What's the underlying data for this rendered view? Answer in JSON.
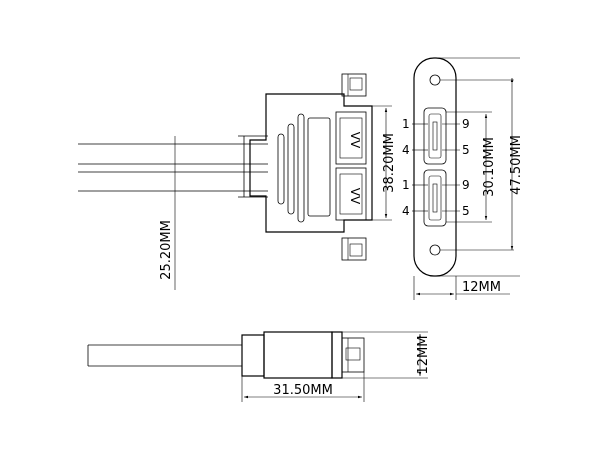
{
  "dimensions": {
    "panel_height": "38.20MM",
    "cable_offset": "25.20MM",
    "port_pitch": "30.10MM",
    "flange_height": "47.50MM",
    "flange_width": "12MM",
    "side_height": "12MM",
    "side_length": "31.50MM"
  },
  "pins": {
    "upper_port": {
      "top_left": "1",
      "top_right": "9",
      "bottom_left": "4",
      "bottom_right": "5"
    },
    "lower_port": {
      "top_left": "1",
      "top_right": "9",
      "bottom_left": "4",
      "bottom_right": "5"
    }
  }
}
